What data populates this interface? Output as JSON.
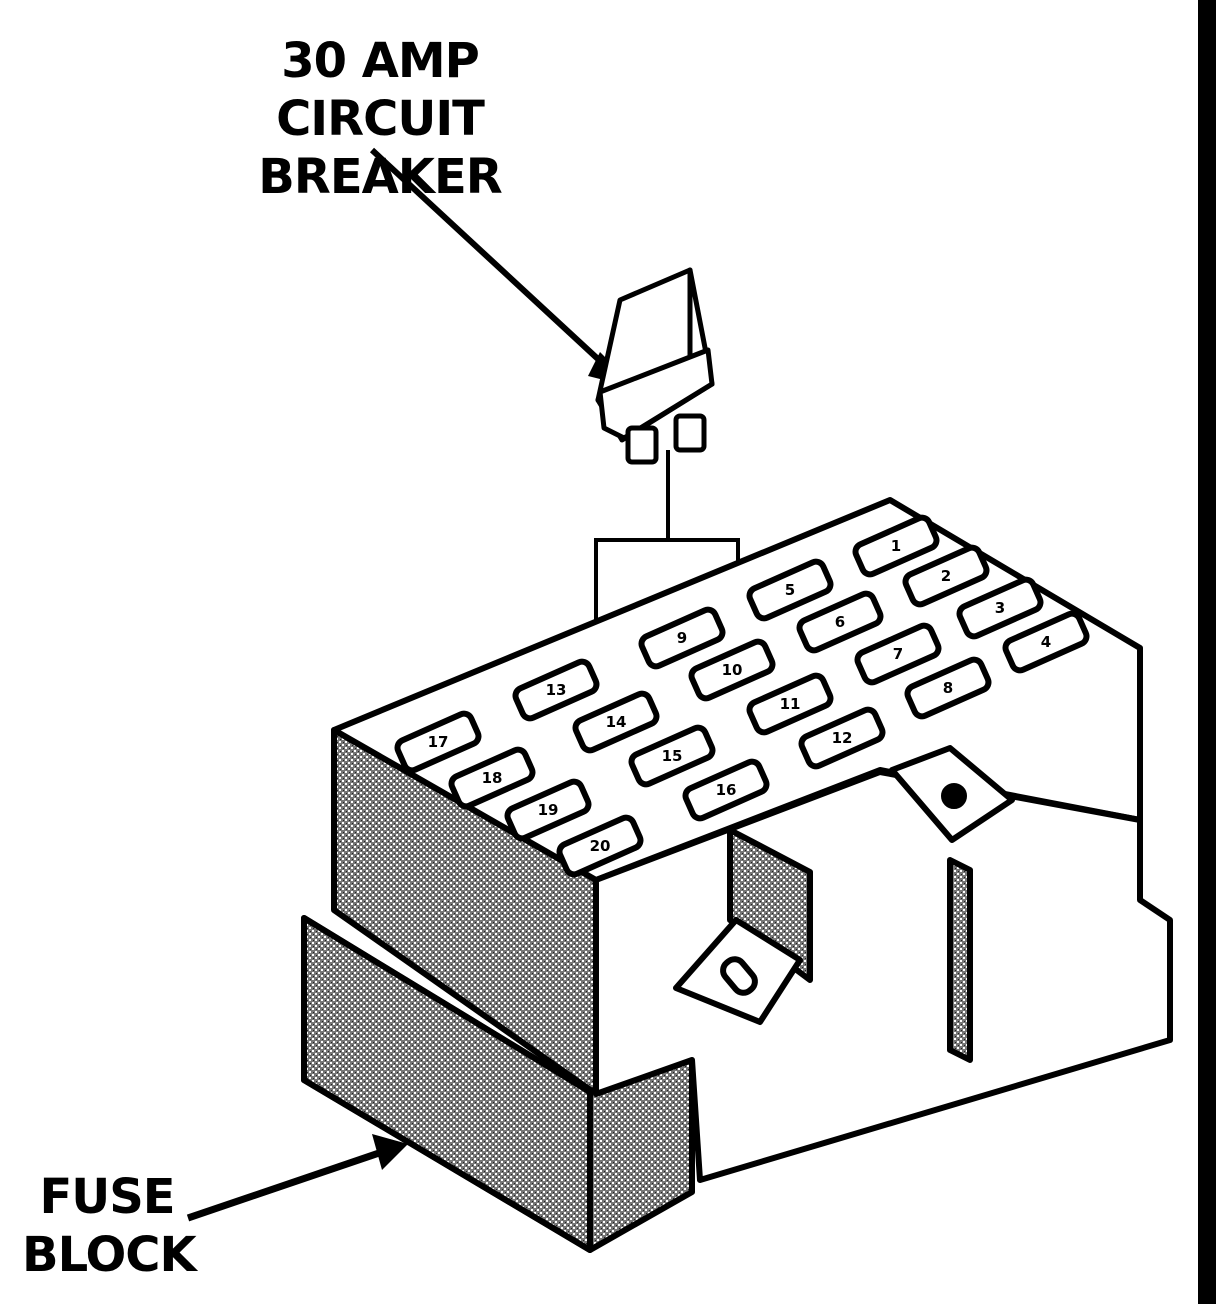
{
  "labels": {
    "breaker_line1": "30 AMP CIRCUIT",
    "breaker_line2": "BREAKER",
    "fuse_line1": "FUSE",
    "fuse_line2": "BLOCK"
  },
  "slots": [
    "1",
    "2",
    "3",
    "4",
    "5",
    "6",
    "7",
    "8",
    "9",
    "10",
    "11",
    "12",
    "13",
    "14",
    "15",
    "16",
    "17",
    "18",
    "19",
    "20"
  ],
  "colors": {
    "ink": "#000000",
    "paper": "#ffffff",
    "hatch": "#8a8a8a"
  }
}
